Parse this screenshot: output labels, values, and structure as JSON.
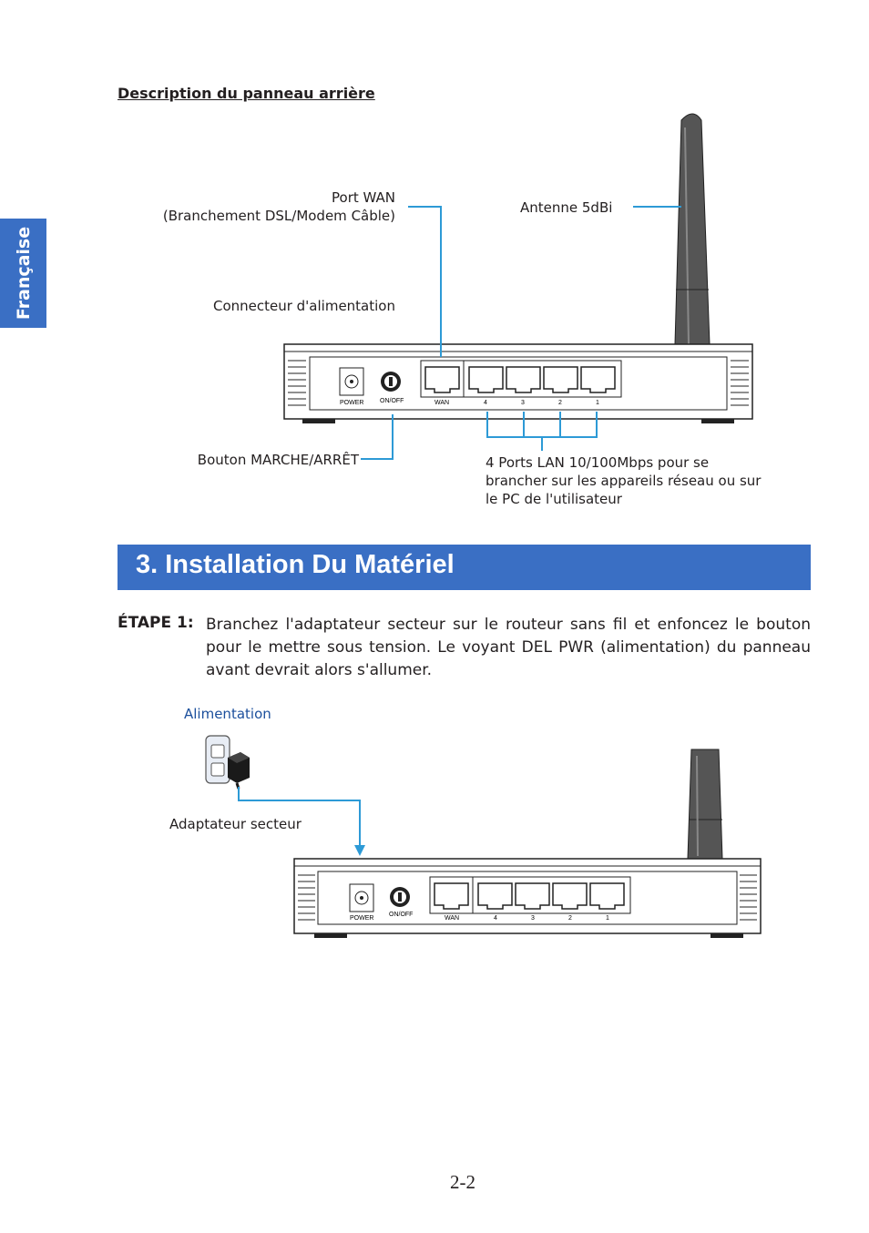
{
  "sidebar": {
    "language_tab": "Française"
  },
  "section": {
    "heading": "Description du panneau arrière"
  },
  "callouts": {
    "wan_port": "Port WAN\n(Branchement DSL/Modem Câble)",
    "antenna": "Antenne 5dBi",
    "power_connector": "Connecteur d'alimentation",
    "on_off_button": "Bouton MARCHE/ARRÊT",
    "lan_ports": "4 Ports LAN 10/100Mbps pour se\nbrancher sur les appareils réseau ou sur\nle PC de l'utilisateur"
  },
  "router_labels": {
    "power": "POWER",
    "onoff": "ON/OFF",
    "wan": "WAN",
    "port4": "4",
    "port3": "3",
    "port2": "2",
    "port1": "1"
  },
  "banner": {
    "title": "3. Installation Du Matériel"
  },
  "step1": {
    "label": "ÉTAPE 1:",
    "text": "Branchez l'adaptateur secteur sur le routeur sans fil et enfoncez le bouton pour le mettre sous tension. Le voyant DEL PWR (alimentation) du panneau avant devrait alors s'allumer."
  },
  "figure2": {
    "power_label": "Alimentation",
    "adapter_label": "Adaptateur secteur"
  },
  "footer": {
    "page_number": "2-2"
  },
  "colors": {
    "accent": "#3a6fc4",
    "callout_line": "#2d9ad6",
    "power_label": "#1b4f9c"
  }
}
